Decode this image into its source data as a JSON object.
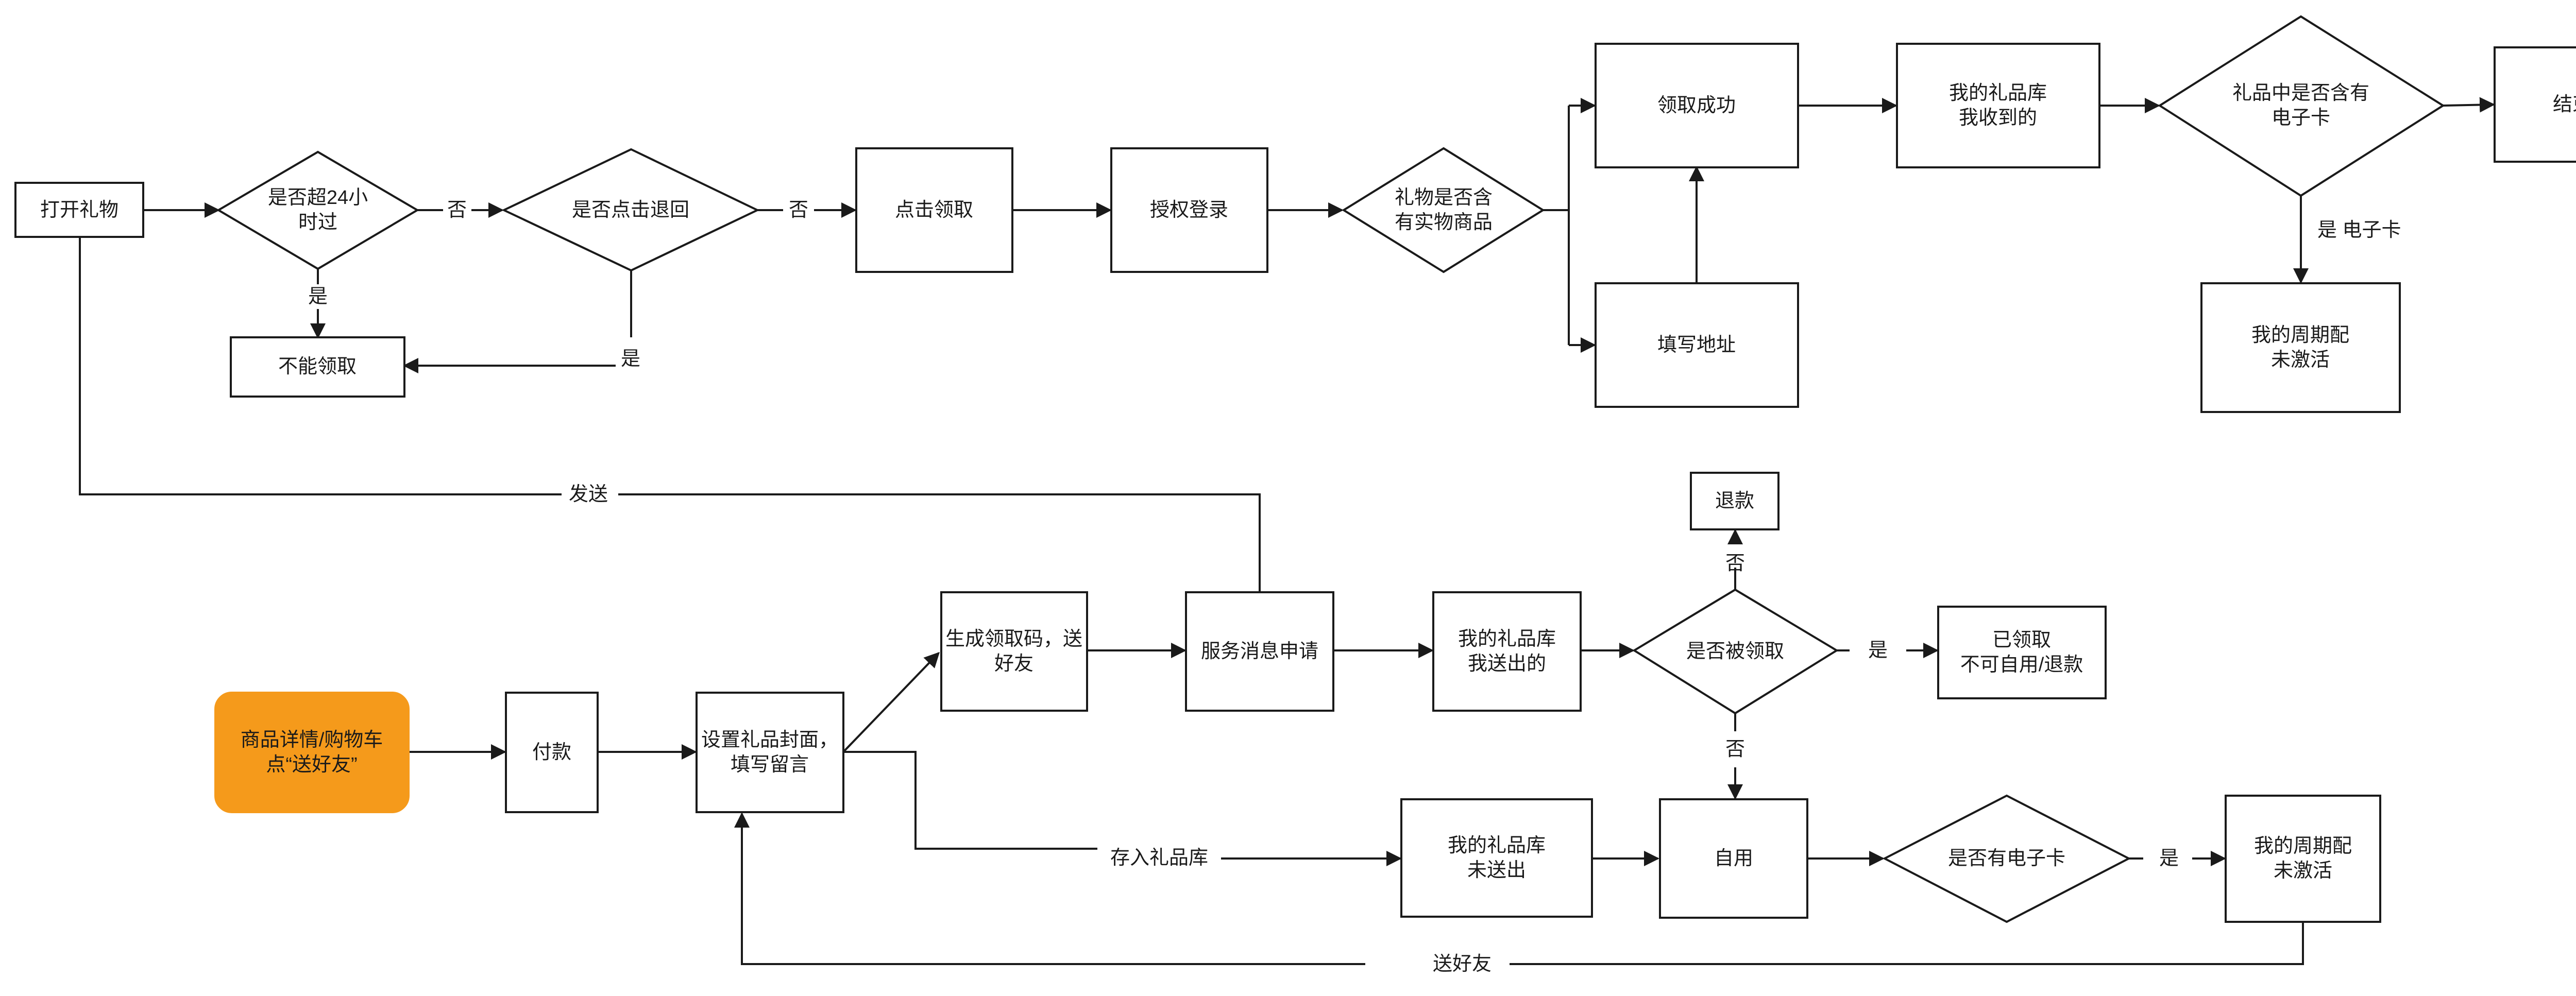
{
  "colors": {
    "stroke": "#1a1a1a",
    "fill": "#ffffff",
    "accent": "#f59a1b",
    "text": "#1a1a1a"
  },
  "nodes": {
    "open_gift": "打开礼物",
    "over_24h": "是否超24小\n时过",
    "clicked_return": "是否点击退回",
    "cannot_claim": "不能领取",
    "click_claim": "点击领取",
    "authorize_login": "授权登录",
    "has_physical": "礼物是否含\n有实物商品",
    "claim_success": "领取成功",
    "fill_address": "填写地址",
    "my_gifts_received": "我的礼品库\n我收到的",
    "has_ecard_top": "礼品中是否含有\n电子卡",
    "end": "结束",
    "my_cycle_top": "我的周期配\n未激活",
    "product_detail": "商品详情/购物车\n点“送好友”",
    "pay": "付款",
    "set_cover": "设置礼品封面，\n填写留言",
    "gen_code": "生成领取码，送\n好友",
    "service_msg": "服务消息申请",
    "my_gifts_sent": "我的礼品库\n我送出的",
    "is_claimed": "是否被领取",
    "refund": "退款",
    "claimed_status": "已领取\n不可自用/退款",
    "my_gifts_unsent": "我的礼品库\n未送出",
    "self_use": "自用",
    "has_ecard_bottom": "是否有电子卡",
    "my_cycle_bottom": "我的周期配\n未激活"
  },
  "edge_labels": {
    "over24_no": "否",
    "over24_yes": "是",
    "return_no": "否",
    "return_yes": "是",
    "ecard_yes": "是 电子卡",
    "send": "发送",
    "claimed_no_refund": "否",
    "claimed_yes": "是",
    "claimed_no_self": "否",
    "store_gift": "存入礼品库",
    "ecard_bottom_yes": "是",
    "send_friend": "送好友"
  }
}
